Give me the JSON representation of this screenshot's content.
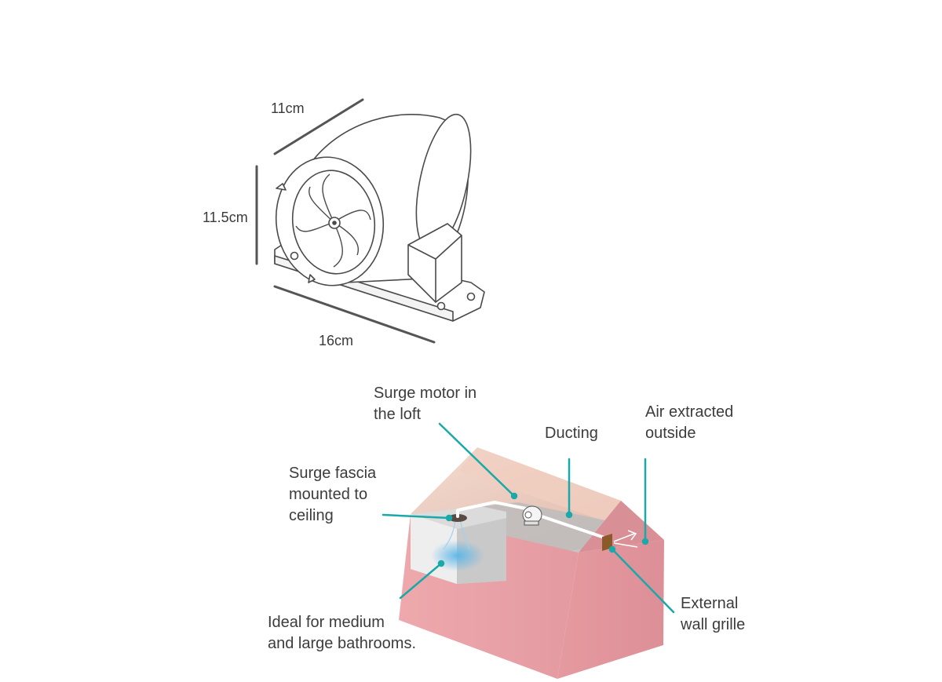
{
  "dimensions": {
    "depth": "11cm",
    "height": "11.5cm",
    "length": "16cm"
  },
  "callouts": {
    "motor": "Surge motor in\nthe loft",
    "ducting": "Ducting",
    "air": "Air extracted\noutside",
    "fascia": "Surge fascia\nmounted to\nceiling",
    "ideal": "Ideal for medium\nand large bathrooms.",
    "grille": "External\nwall grille"
  },
  "colors": {
    "callout_line": "#1aa8a8",
    "house_wall": "#e8a3a9",
    "house_roof": "#e3b6a8",
    "fan_outline": "#4a4a4a"
  }
}
